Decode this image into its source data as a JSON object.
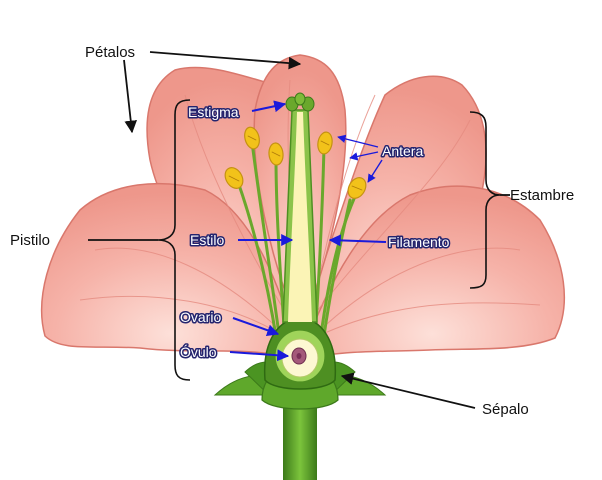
{
  "labels": {
    "petalos": "Pétalos",
    "estigma": "Estigma",
    "antera": "Antera",
    "estambre": "Estambre",
    "pistilo": "Pistilo",
    "estilo": "Estilo",
    "filamento": "Filamento",
    "ovario": "Ovario",
    "ovulo": "Óvulo",
    "sepalo": "Sépalo"
  },
  "colors": {
    "petal_fill": "#f4a9a0",
    "petal_light": "#fbd0c8",
    "petal_stroke": "#d9776c",
    "stem_green": "#5fa82b",
    "stem_dark": "#3c7a1a",
    "pistil_yellow": "#fbf4b6",
    "anther_yellow": "#f2c21a",
    "label_arrow_blue": "#1a1adb",
    "label_arrow_black": "#111111"
  }
}
